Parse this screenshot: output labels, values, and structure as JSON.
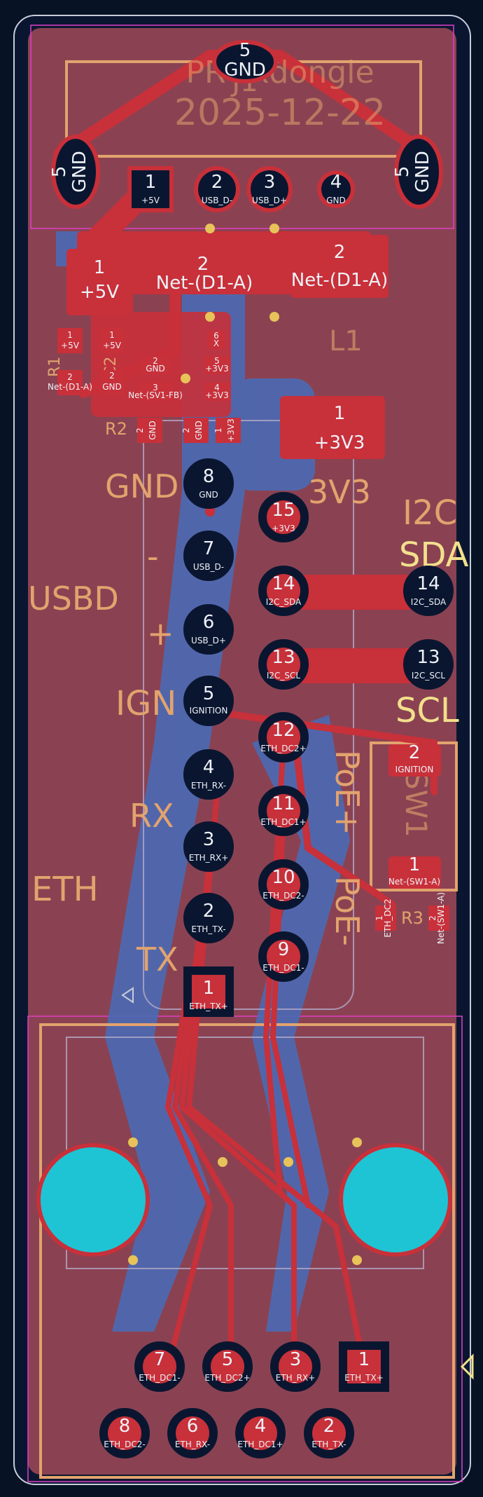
{
  "board": {
    "name": "PROXdongle",
    "date": "2025-12-22",
    "connector_ref": "J1",
    "inductor_ref": "L1",
    "switch_ref": "SW1",
    "resistor_refs": [
      "R1",
      "R2",
      "R3"
    ],
    "capacitor_ref": "C2",
    "silk_labels": {
      "gnd": "GND",
      "v33": "3V3",
      "usbd": "USBD",
      "ign": "IGN",
      "rx": "RX",
      "tx": "TX",
      "eth": "ETH",
      "i2c": "I2C",
      "sda": "SDA",
      "scl": "SCL",
      "poe_plus": "PoE+",
      "poe_minus": "PoE-",
      "minus": "-",
      "plus": "+"
    },
    "colors": {
      "background": "#071225",
      "board": "#8a4252",
      "copper_front": "#c8303a",
      "copper_back": "#4a6ab4",
      "silk": "#e2a36e",
      "hole": "#1ec4d4",
      "via": "#e7c35a"
    }
  },
  "usb_pads": [
    {
      "num": "5",
      "net": "GND"
    },
    {
      "num": "1",
      "net": "+5V"
    },
    {
      "num": "2",
      "net": "USB_D-"
    },
    {
      "num": "3",
      "net": "USB_D+"
    },
    {
      "num": "4",
      "net": "GND"
    },
    {
      "num": "5",
      "net": "GND"
    },
    {
      "num": "5",
      "net": "GND"
    }
  ],
  "power_pads": [
    {
      "num": "1",
      "net": "+5V"
    },
    {
      "num": "2",
      "net": "Net-(D1-A)"
    },
    {
      "num": "2",
      "net": "Net-(D1-A)"
    },
    {
      "num": "1",
      "net": "+3V3"
    }
  ],
  "small_pads": [
    {
      "num": "1",
      "net": "+5V"
    },
    {
      "num": "2",
      "net": "Net-(D1-A)"
    },
    {
      "num": "1",
      "net": "+5V"
    },
    {
      "num": "2",
      "net": "GND"
    },
    {
      "num": "2",
      "net": "GND"
    },
    {
      "num": "3",
      "net": "Net-(SV1-FB)"
    },
    {
      "num": "6",
      "net": "X"
    },
    {
      "num": "5",
      "net": "+3V3"
    },
    {
      "num": "4",
      "net": "+3V3"
    },
    {
      "num": "1",
      "net": "+3V3"
    },
    {
      "num": "2",
      "net": "GND"
    },
    {
      "num": "2",
      "net": "GND"
    }
  ],
  "header_left": [
    {
      "num": "8",
      "net": "GND"
    },
    {
      "num": "7",
      "net": "USB_D-"
    },
    {
      "num": "6",
      "net": "USB_D+"
    },
    {
      "num": "5",
      "net": "IGNITION"
    },
    {
      "num": "4",
      "net": "ETH_RX-"
    },
    {
      "num": "3",
      "net": "ETH_RX+"
    },
    {
      "num": "2",
      "net": "ETH_TX-"
    },
    {
      "num": "1",
      "net": "ETH_TX+"
    }
  ],
  "header_right": [
    {
      "num": "15",
      "net": "+3V3"
    },
    {
      "num": "14",
      "net": "I2C_SDA"
    },
    {
      "num": "13",
      "net": "I2C_SCL"
    },
    {
      "num": "12",
      "net": "ETH_DC2+"
    },
    {
      "num": "11",
      "net": "ETH_DC1+"
    },
    {
      "num": "10",
      "net": "ETH_DC2-"
    },
    {
      "num": "9",
      "net": "ETH_DC1-"
    }
  ],
  "i2c_pads": [
    {
      "num": "14",
      "net": "I2C_SDA"
    },
    {
      "num": "13",
      "net": "I2C_SCL"
    }
  ],
  "switch_pads": [
    {
      "num": "2",
      "net": "IGNITION"
    },
    {
      "num": "1",
      "net": "Net-(SW1-A)"
    },
    {
      "num": "1",
      "net": "ETH_DC2"
    },
    {
      "num": "2",
      "net": "Net-(SW1-A)"
    }
  ],
  "rj45_top": [
    {
      "num": "7",
      "net": "ETH_DC1-"
    },
    {
      "num": "5",
      "net": "ETH_DC2+"
    },
    {
      "num": "3",
      "net": "ETH_RX+"
    },
    {
      "num": "1",
      "net": "ETH_TX+"
    }
  ],
  "rj45_bottom": [
    {
      "num": "8",
      "net": "ETH_DC2-"
    },
    {
      "num": "6",
      "net": "ETH_RX-"
    },
    {
      "num": "4",
      "net": "ETH_DC1+"
    },
    {
      "num": "2",
      "net": "ETH_TX-"
    }
  ]
}
